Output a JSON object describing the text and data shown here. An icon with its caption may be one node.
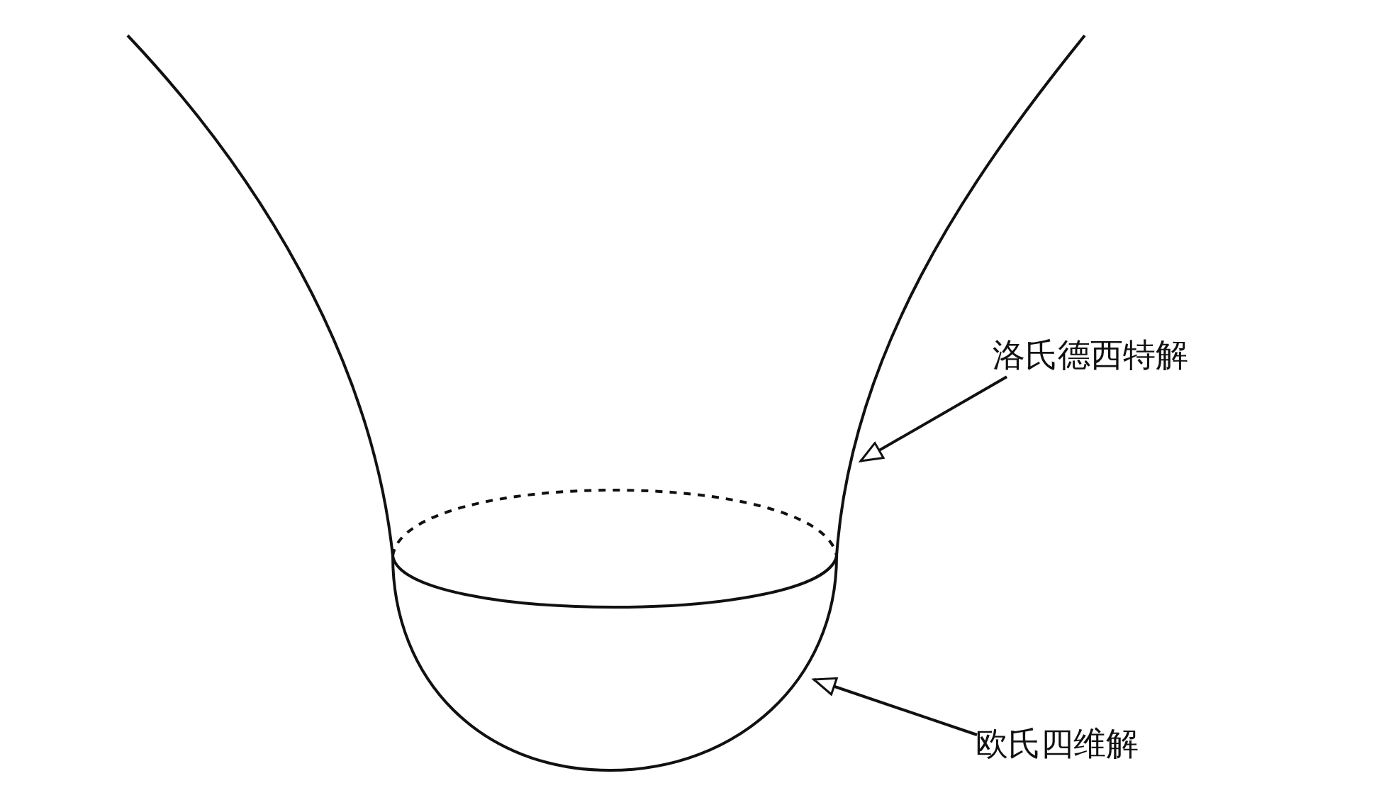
{
  "diagram": {
    "nodes": [
      {
        "text": [],
        "shape": "funnel"
      },
      {
        "text": [],
        "shape": "hemisphere"
      },
      {
        "text": [
          "洛氏德西特解"
        ]
      },
      {
        "text": [
          "欧氏四维解"
        ]
      }
    ],
    "edges": [
      {
        "from": 2,
        "to": 0,
        "arrow": "to"
      },
      {
        "from": 3,
        "to": 1,
        "arrow": "to"
      }
    ]
  }
}
